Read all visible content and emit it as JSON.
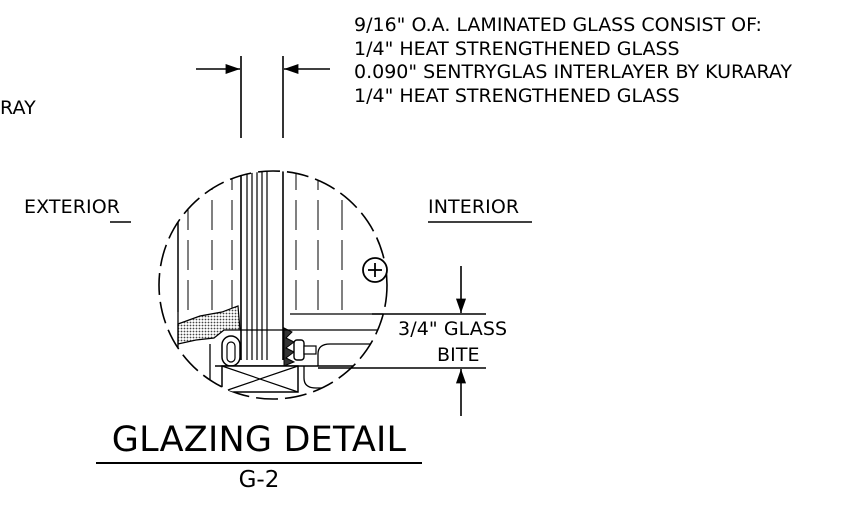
{
  "spec": {
    "lines": [
      "9/16\" O.A. LAMINATED GLASS CONSIST OF:",
      "1/4\" HEAT STRENGTHENED GLASS",
      "0.090\" SENTRYGLAS INTERLAYER BY KURARAY",
      "1/4\" HEAT STRENGTHENED GLASS"
    ]
  },
  "cut_text": "RAY",
  "labels": {
    "exterior": "EXTERIOR",
    "interior": "INTERIOR",
    "glass_bite_1": "3/4\" GLASS",
    "glass_bite_2": "BITE"
  },
  "title": {
    "main": "GLAZING DETAIL",
    "sub": "G-2"
  },
  "colors": {
    "line": "#000000",
    "background": "#ffffff",
    "hatch": "#555555"
  },
  "icons": {
    "screw": "phillips-screw-head-icon"
  }
}
